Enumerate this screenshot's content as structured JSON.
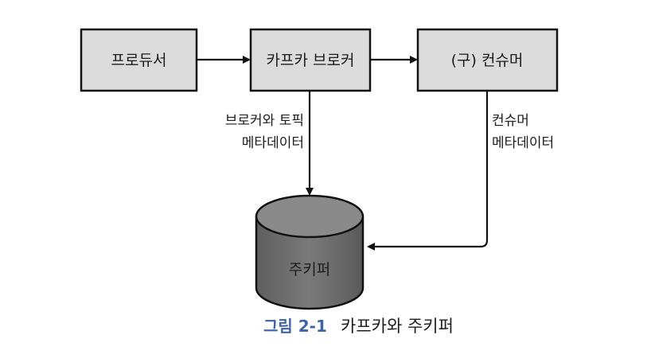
{
  "nodes": {
    "producer": "프로듀서",
    "broker": "카프카 브로커",
    "old_consumer": "(구) 컨슈머",
    "zookeeper": "주키퍼"
  },
  "edges": {
    "broker_label_1": "브로커와 토픽",
    "broker_label_2": "메타데이터",
    "consumer_label_1": "컨슈머",
    "consumer_label_2": "메타데이터"
  },
  "caption": {
    "number": "그림 2-1",
    "title": "카프카와 주키퍼"
  },
  "colors": {
    "box_fill": "#dcdcdc",
    "cylinder_fill": "#6f6f6f",
    "cylinder_top": "#8a8a8a",
    "line": "#111111",
    "caption_number": "#3f63a6"
  }
}
